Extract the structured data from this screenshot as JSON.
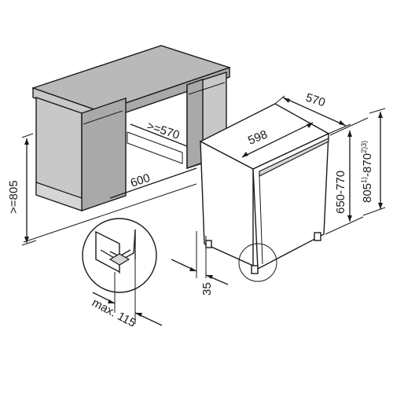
{
  "dimensions": {
    "cabinet_height_min": ">=805",
    "niche_width": "600",
    "niche_depth_min": ">=570",
    "appliance_depth": "570",
    "appliance_width": "598",
    "appliance_height_range": "650-770",
    "overall_height_range": "805",
    "overall_height_sup1": "1)",
    "overall_height_range_tail": "-870",
    "overall_height_sup2": "2)3)",
    "plinth_depth": "35",
    "max_overhang": "max. 115"
  }
}
